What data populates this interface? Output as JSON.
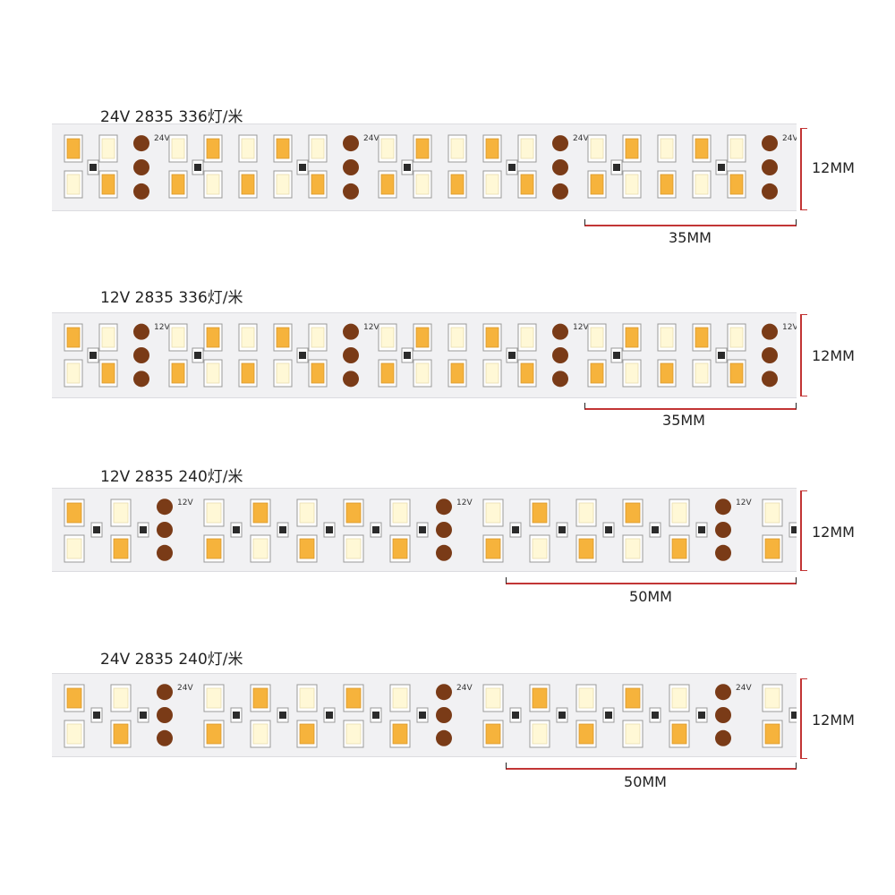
{
  "strips": [
    {
      "title": "24V 2835 336灯/米",
      "voltage_mark": "24V",
      "height": "12MM",
      "length": "35MM"
    },
    {
      "title": "12V 2835 336灯/米",
      "voltage_mark": "12V",
      "height": "12MM",
      "length": "35MM"
    },
    {
      "title": "12V 2835 240灯/米",
      "voltage_mark": "12V",
      "height": "12MM",
      "length": "50MM"
    },
    {
      "title": "24V 2835 240灯/米",
      "voltage_mark": "24V",
      "height": "12MM",
      "length": "50MM"
    }
  ],
  "colors": {
    "warm_led": "#f6b33c",
    "cool_led": "#fff8d6",
    "copper_pad": "#7a3b17",
    "dimension_line": "#c23535",
    "strip_base": "#f1f1f3"
  }
}
